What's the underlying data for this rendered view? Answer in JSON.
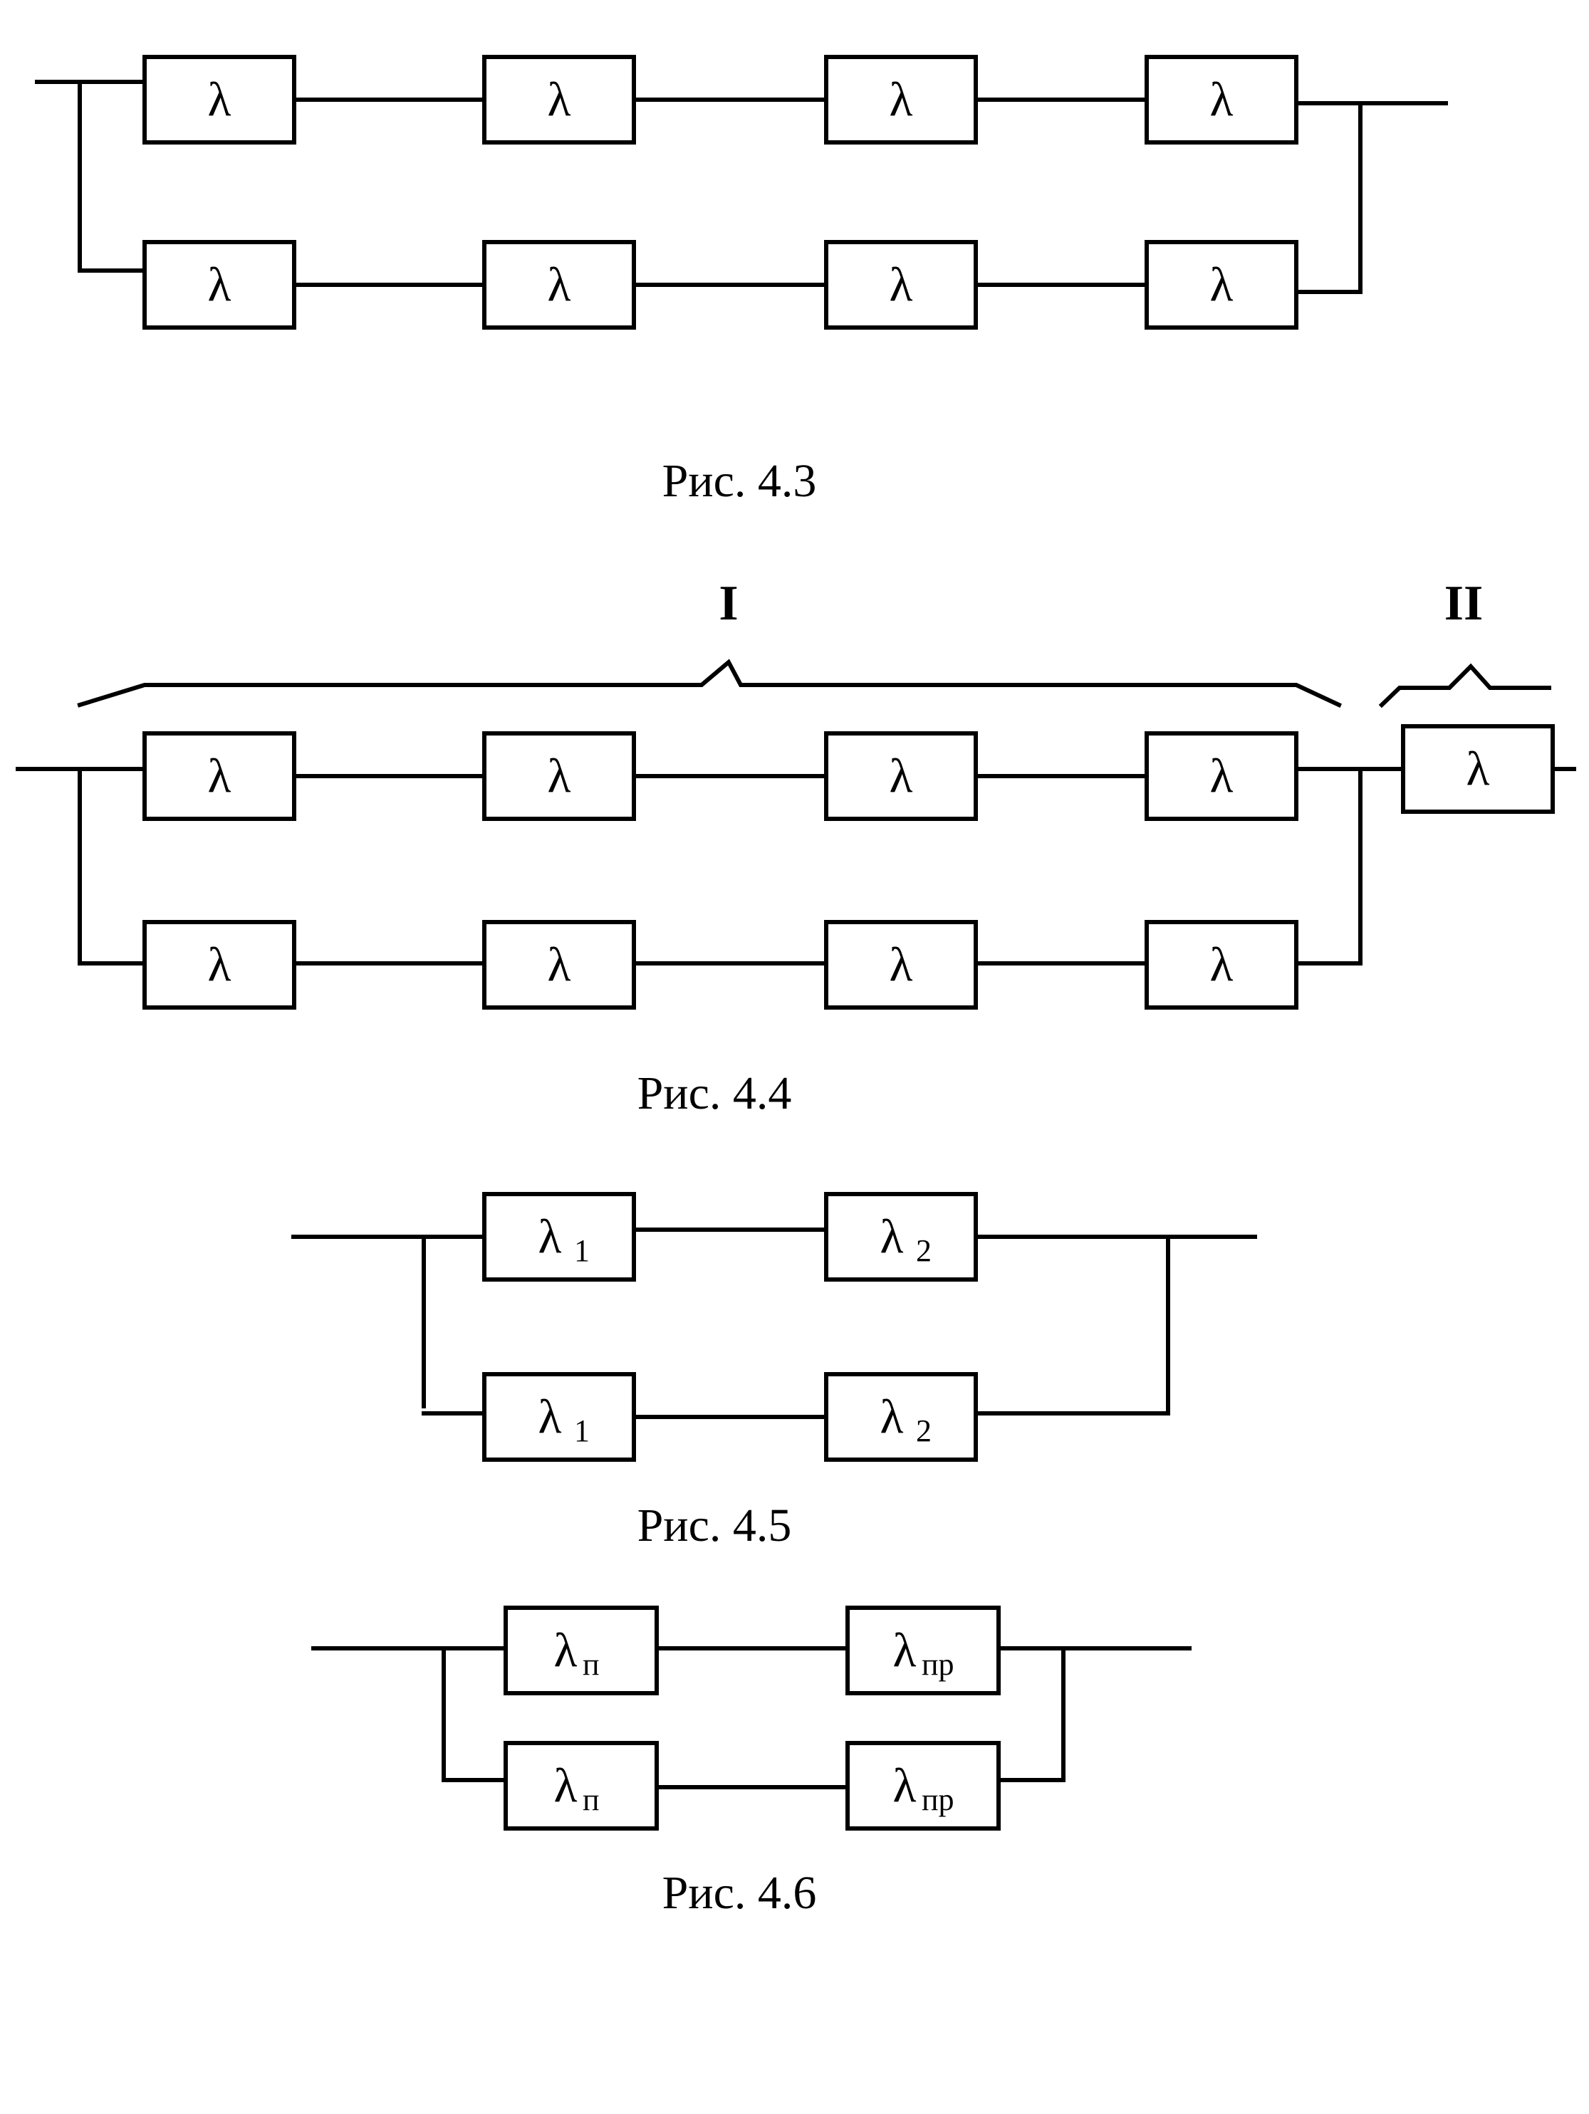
{
  "figures": [
    {
      "caption": "Рис. 4.3",
      "branches": [
        [
          "λ",
          "λ",
          "λ",
          "λ"
        ],
        [
          "λ",
          "λ",
          "λ",
          "λ"
        ]
      ]
    },
    {
      "caption": "Рис. 4.4",
      "group_labels": [
        "I",
        "II"
      ],
      "branches": [
        [
          "λ",
          "λ",
          "λ",
          "λ"
        ],
        [
          "λ",
          "λ",
          "λ",
          "λ"
        ]
      ],
      "series_block": "λ"
    },
    {
      "caption": "Рис. 4.5",
      "branches": [
        [
          {
            "symbol": "λ",
            "sub": "1"
          },
          {
            "symbol": "λ",
            "sub": "2"
          }
        ],
        [
          {
            "symbol": "λ",
            "sub": "1"
          },
          {
            "symbol": "λ",
            "sub": "2"
          }
        ]
      ]
    },
    {
      "caption": "Рис. 4.6",
      "branches": [
        [
          {
            "symbol": "λ",
            "sub": "п"
          },
          {
            "symbol": "λ",
            "sub": "пр"
          }
        ],
        [
          {
            "symbol": "λ",
            "sub": "п"
          },
          {
            "symbol": "λ",
            "sub": "пр"
          }
        ]
      ]
    }
  ]
}
